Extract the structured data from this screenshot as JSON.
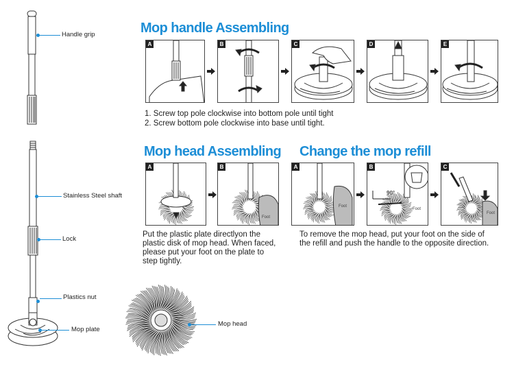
{
  "sections": {
    "handle_assembling": {
      "title": "Mop handle Assembling",
      "panels": [
        "A",
        "B",
        "C",
        "D",
        "E"
      ],
      "steps": [
        "1. Screw top pole clockwise into bottom pole until tight",
        "2. Screw bottom pole clockwise into base until tight."
      ]
    },
    "head_assembling": {
      "title": "Mop head Assembling",
      "panels": [
        "A",
        "B"
      ],
      "foot_label": "Foot",
      "text": [
        "Put the plastic plate directlyon the",
        "plastic disk of mop head. When faced,",
        "please put your foot on the plate to",
        "step tightly."
      ]
    },
    "change_refill": {
      "title": "Change the mop refill",
      "panels": [
        "A",
        "B",
        "C"
      ],
      "foot_label": "Foot",
      "angle_label": "90°",
      "text": [
        "To remove the mop head, put your foot on the side of",
        "the refill and push the handle to the opposite direction."
      ]
    }
  },
  "parts": {
    "handle_grip": "Handle grip",
    "steel_shaft": "Stainless Steel shaft",
    "lock": "Lock",
    "plastics_nut": "Plastics nut",
    "mop_plate": "Mop plate",
    "mop_head": "Mop head"
  },
  "colors": {
    "accent": "#1d8ed6",
    "line": "#444444",
    "label_bg": "#222222"
  }
}
